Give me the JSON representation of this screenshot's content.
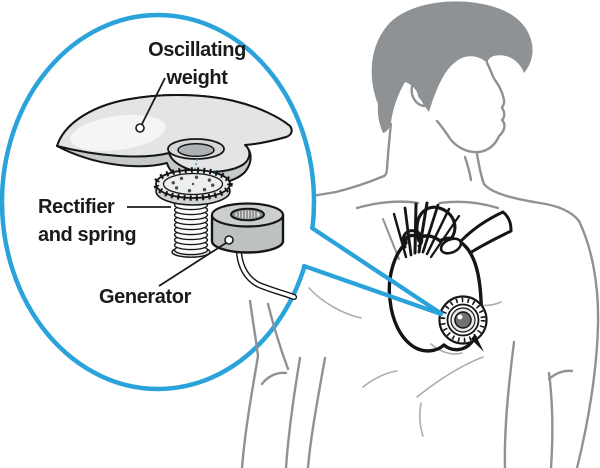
{
  "callout": {
    "labels": {
      "oscillating_weight_line1": "Oscillating",
      "oscillating_weight_line2": "weight",
      "rectifier_line1": "Rectifier",
      "rectifier_line2": "and spring",
      "generator": "Generator"
    },
    "accent_color": "#2aa2da",
    "assembly_axis_color": "#2b9fc0"
  },
  "figure": {
    "body_line_color": "#8f9295",
    "hair_color": "#8f9295",
    "faint_line_color": "#abadaf",
    "heart_outline_color": "#151515",
    "label_text_color": "#1b1b1b",
    "component_gray_light": "#e2e4e5",
    "component_gray_mid": "#c6c9ca",
    "component_gray_dark": "#bdc1c2"
  }
}
